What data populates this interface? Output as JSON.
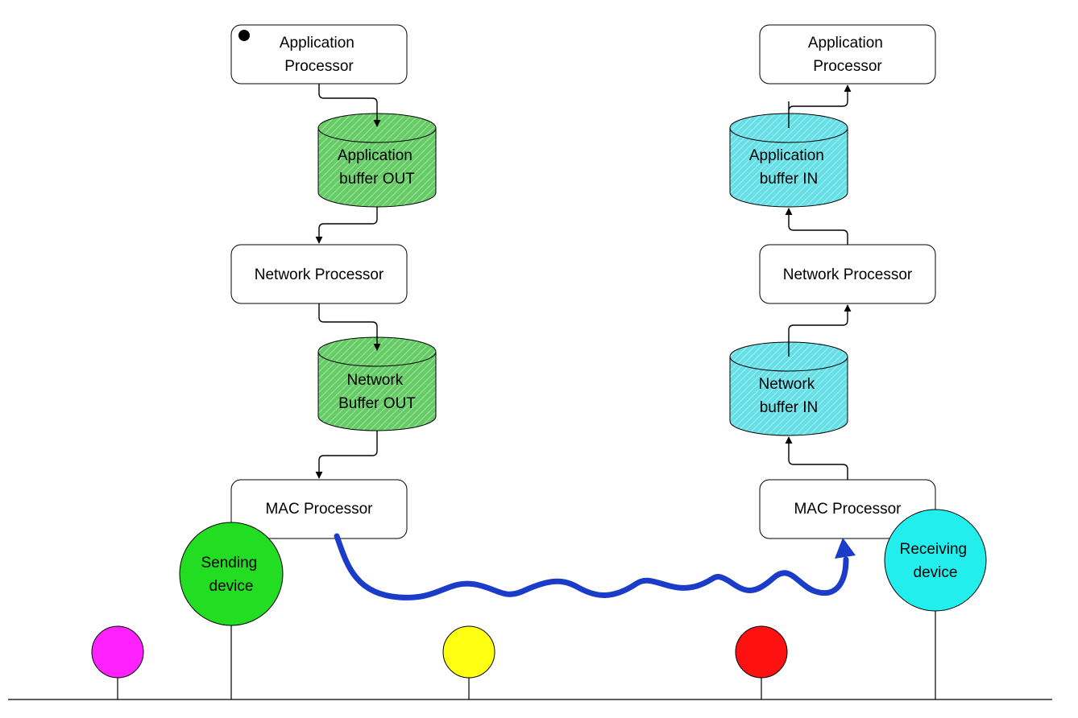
{
  "colors": {
    "buffer_out": "#66cc66",
    "buffer_in": "#66e0e6",
    "sending_device": "#22dd22",
    "receiving_device": "#22eeee",
    "node_magenta": "#ff22ff",
    "node_yellow": "#ffff11",
    "node_red": "#ff1111",
    "radio_link": "#1a3cc8"
  },
  "sender": {
    "app_processor": [
      "Application",
      "Processor"
    ],
    "app_buffer": [
      "Application",
      "buffer OUT"
    ],
    "net_processor": "Network Processor",
    "net_buffer": [
      "Network",
      "Buffer OUT"
    ],
    "mac_processor": "MAC Processor",
    "device": [
      "Sending",
      "device"
    ]
  },
  "receiver": {
    "app_processor": [
      "Application",
      "Processor"
    ],
    "app_buffer": [
      "Application",
      "buffer IN"
    ],
    "net_processor": "Network Processor",
    "net_buffer": [
      "Network",
      "buffer IN"
    ],
    "mac_processor": "MAC Processor",
    "device": [
      "Receiving",
      "device"
    ]
  },
  "icons": {
    "start_marker": "filled-dot-icon",
    "flow_arrow": "arrow-icon",
    "radio_link": "wavy-arrow-icon"
  }
}
